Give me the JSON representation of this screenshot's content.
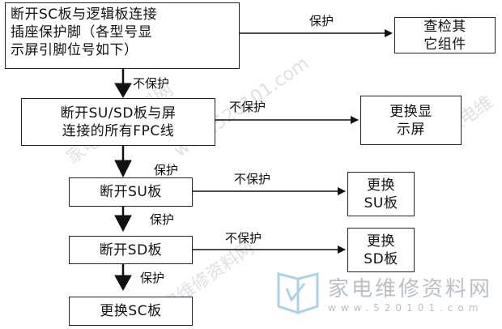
{
  "nodes": {
    "n1": "断开SC板与逻辑板连接插座保护脚（各型号显示屏引脚位号如下）",
    "n1_lines": [
      "断开SC板与逻辑板连接",
      "插座保护脚（各型号显",
      "示屏引脚位号如下）"
    ],
    "r1_lines": [
      "查检其",
      "它组件"
    ],
    "n2_lines": [
      "断开SU/SD板与屏",
      "连接的所有FPC线"
    ],
    "r2_lines": [
      "更换显",
      "示屏"
    ],
    "n3": "断开SU板",
    "r3_lines": [
      "更换",
      "SU板"
    ],
    "n4": "断开SD板",
    "r4_lines": [
      "更换",
      "SD板"
    ],
    "n5": "更换SC板"
  },
  "edges": {
    "e1_r": "保护",
    "e1_d": "不保护",
    "e2_r": "不保护",
    "e2_d": "保护",
    "e3_r": "不保护",
    "e3_d": "保护",
    "e4_r": "不保护",
    "e4_d": "保护"
  },
  "watermark": {
    "site_cn": "家电维修资料网",
    "site_url": "www.520101.com",
    "diag_1": "家电维修资料网",
    "diag_2": "www.520101.com",
    "diag_3": "家电维"
  }
}
